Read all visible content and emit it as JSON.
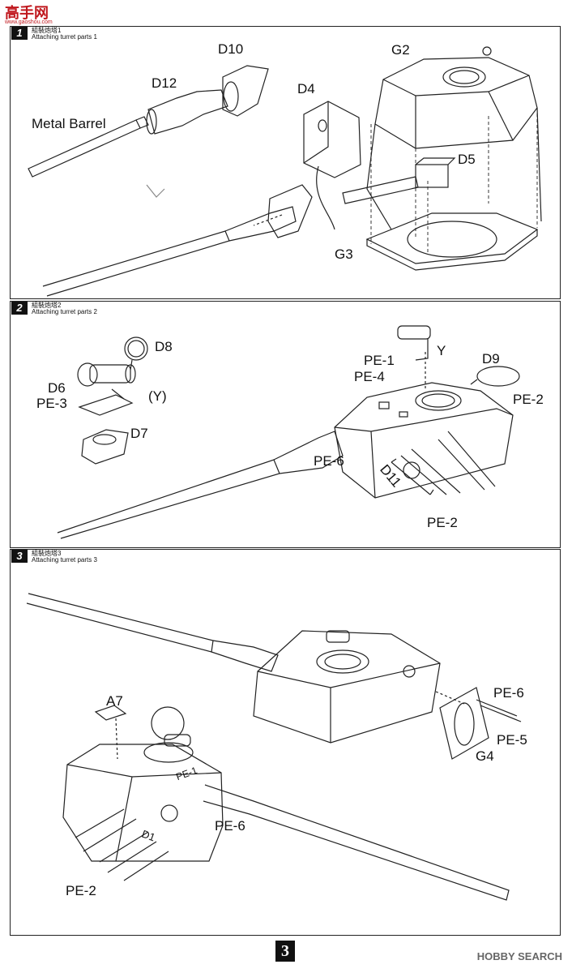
{
  "watermark_top": {
    "logo": "高手网",
    "url": "www.gaoshou.com"
  },
  "steps": [
    {
      "number": "1",
      "title_cn": "組裝炮塔1",
      "title_en": "Attaching turret parts 1",
      "labels": {
        "barrel": "Metal Barrel",
        "d10": "D10",
        "d12": "D12",
        "d4": "D4",
        "g2": "G2",
        "d5": "D5",
        "g3": "G3"
      }
    },
    {
      "number": "2",
      "title_cn": "組裝炮塔2",
      "title_en": "Attaching turret parts 2",
      "labels": {
        "d8": "D8",
        "d6": "D6",
        "pe3": "PE-3",
        "y_paren": "(Y)",
        "d7": "D7",
        "pe1": "PE-1",
        "y": "Y",
        "pe4": "PE-4",
        "d9": "D9",
        "pe2a": "PE-2",
        "pe6": "PE-6",
        "d11": "D11",
        "pe2b": "PE-2"
      }
    },
    {
      "number": "3",
      "title_cn": "組裝炮塔3",
      "title_en": "Attaching turret parts 3",
      "labels": {
        "pe6a": "PE-6",
        "pe5": "PE-5",
        "g4": "G4",
        "a7": "A7",
        "pe1": "PE-1",
        "pe6b": "PE-6",
        "d1": "D1",
        "pe2": "PE-2"
      }
    }
  ],
  "page_number": "3",
  "watermark": "HOBBY SEARCH"
}
